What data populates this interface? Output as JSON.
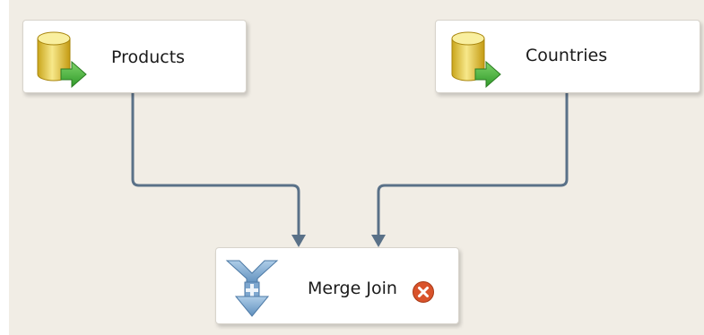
{
  "canvas": {
    "background": "#f1ede5",
    "connector_color": "#5a7188"
  },
  "nodes": {
    "products": {
      "label": "Products",
      "icon": "data-source-icon"
    },
    "countries": {
      "label": "Countries",
      "icon": "data-source-icon"
    },
    "merge_join": {
      "label": "Merge Join",
      "icon": "merge-join-icon",
      "status_icon": "error-icon",
      "status_color": "#d9532b"
    }
  }
}
